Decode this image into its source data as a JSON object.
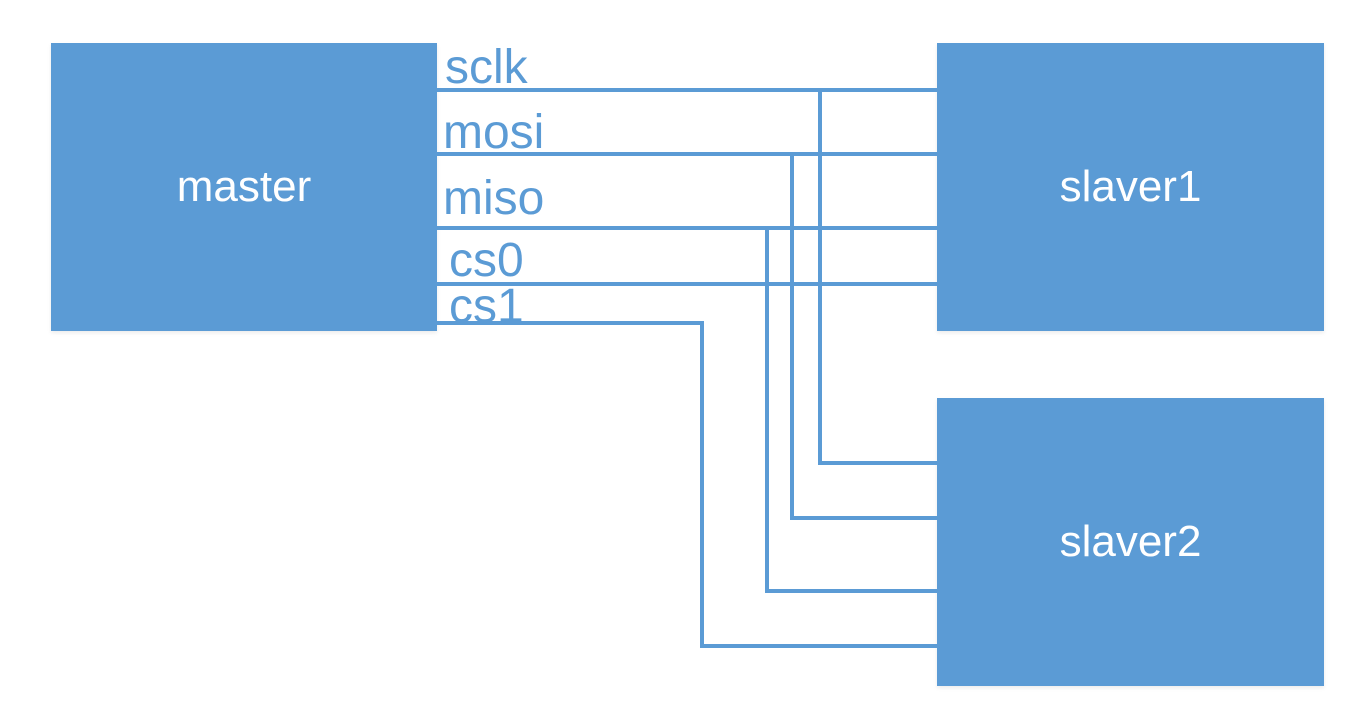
{
  "colors": {
    "box": "#5b9bd5",
    "wire": "#5b9bd5",
    "text": "#ffffff"
  },
  "nodes": {
    "master": "master",
    "slaver1": "slaver1",
    "slaver2": "slaver2"
  },
  "signals": [
    "sclk",
    "mosi",
    "miso",
    "cs0",
    "cs1"
  ],
  "connections": [
    {
      "signal": "sclk",
      "from": "master",
      "to": [
        "slaver1",
        "slaver2"
      ]
    },
    {
      "signal": "mosi",
      "from": "master",
      "to": [
        "slaver1",
        "slaver2"
      ]
    },
    {
      "signal": "miso",
      "from": "master",
      "to": [
        "slaver1",
        "slaver2"
      ]
    },
    {
      "signal": "cs0",
      "from": "master",
      "to": [
        "slaver1"
      ]
    },
    {
      "signal": "cs1",
      "from": "master",
      "to": [
        "slaver2"
      ]
    }
  ]
}
